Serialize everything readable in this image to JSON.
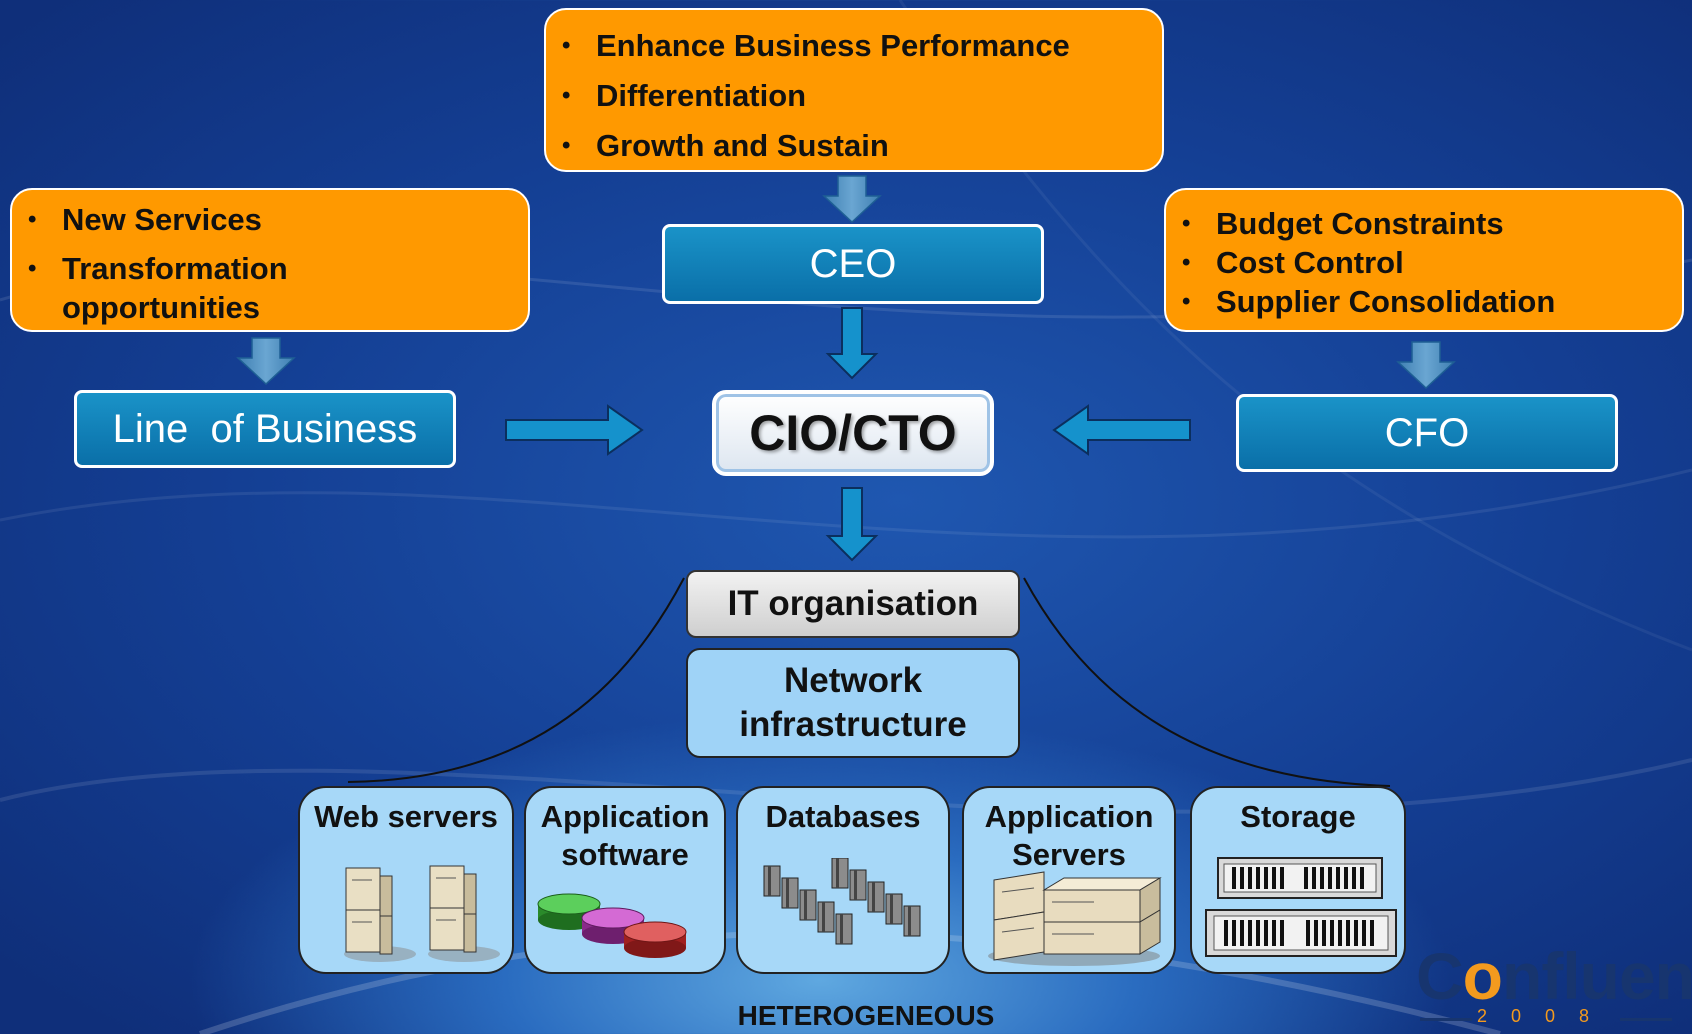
{
  "top_drivers": [
    "Enhance Business Performance",
    "Differentiation",
    "Growth and Sustain"
  ],
  "left_drivers": [
    "New Services",
    "Transformation opportunities"
  ],
  "right_drivers": [
    "Budget Constraints",
    "Cost Control",
    "Supplier Consolidation"
  ],
  "roles": {
    "ceo": "CEO",
    "line_of_business": "Line  of Business",
    "cfo": "CFO",
    "cio_cto": "CIO/CTO"
  },
  "it_organisation": "IT organisation",
  "network_infrastructure": "Network infrastructure",
  "components": {
    "web_servers": "Web servers",
    "application_software": "Application software",
    "databases": "Databases",
    "application_servers": "Application Servers",
    "storage": "Storage"
  },
  "footer": "HETEROGENEOUS",
  "logo": {
    "prefix": "C",
    "highlight": "o",
    "suffix": "nfluence",
    "year": "2008"
  },
  "colors": {
    "driver_box": "#ff9900",
    "role_box": "#0a80b8",
    "arrow": "#1592cc",
    "tile": "#a7d8f8"
  }
}
